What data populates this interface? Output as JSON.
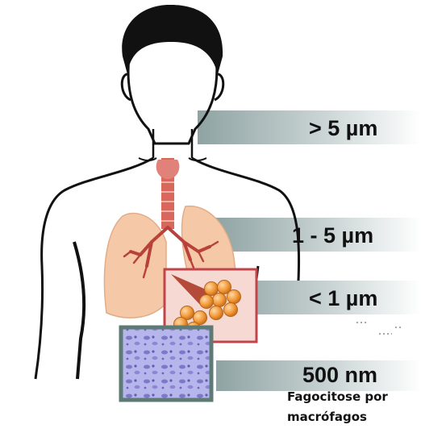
{
  "bands": [
    {
      "label": "> 5 µm"
    },
    {
      "label": "1 - 5 µm"
    },
    {
      "label": "< 1 µm"
    },
    {
      "label": "500 nm"
    }
  ],
  "caption": {
    "line1": "Fagocitose por",
    "line2": "macrófagos"
  },
  "colors": {
    "band_dark": "#8fa3a3",
    "band_light": "#ffffff",
    "lung_fill": "#f5c9a8",
    "bronchi": "#b8413a",
    "zoom_frame": "#c0454a",
    "alveoli": "#f29a38",
    "cell_frame": "#5e7a74",
    "cell_fill": "#b7b6ec"
  }
}
